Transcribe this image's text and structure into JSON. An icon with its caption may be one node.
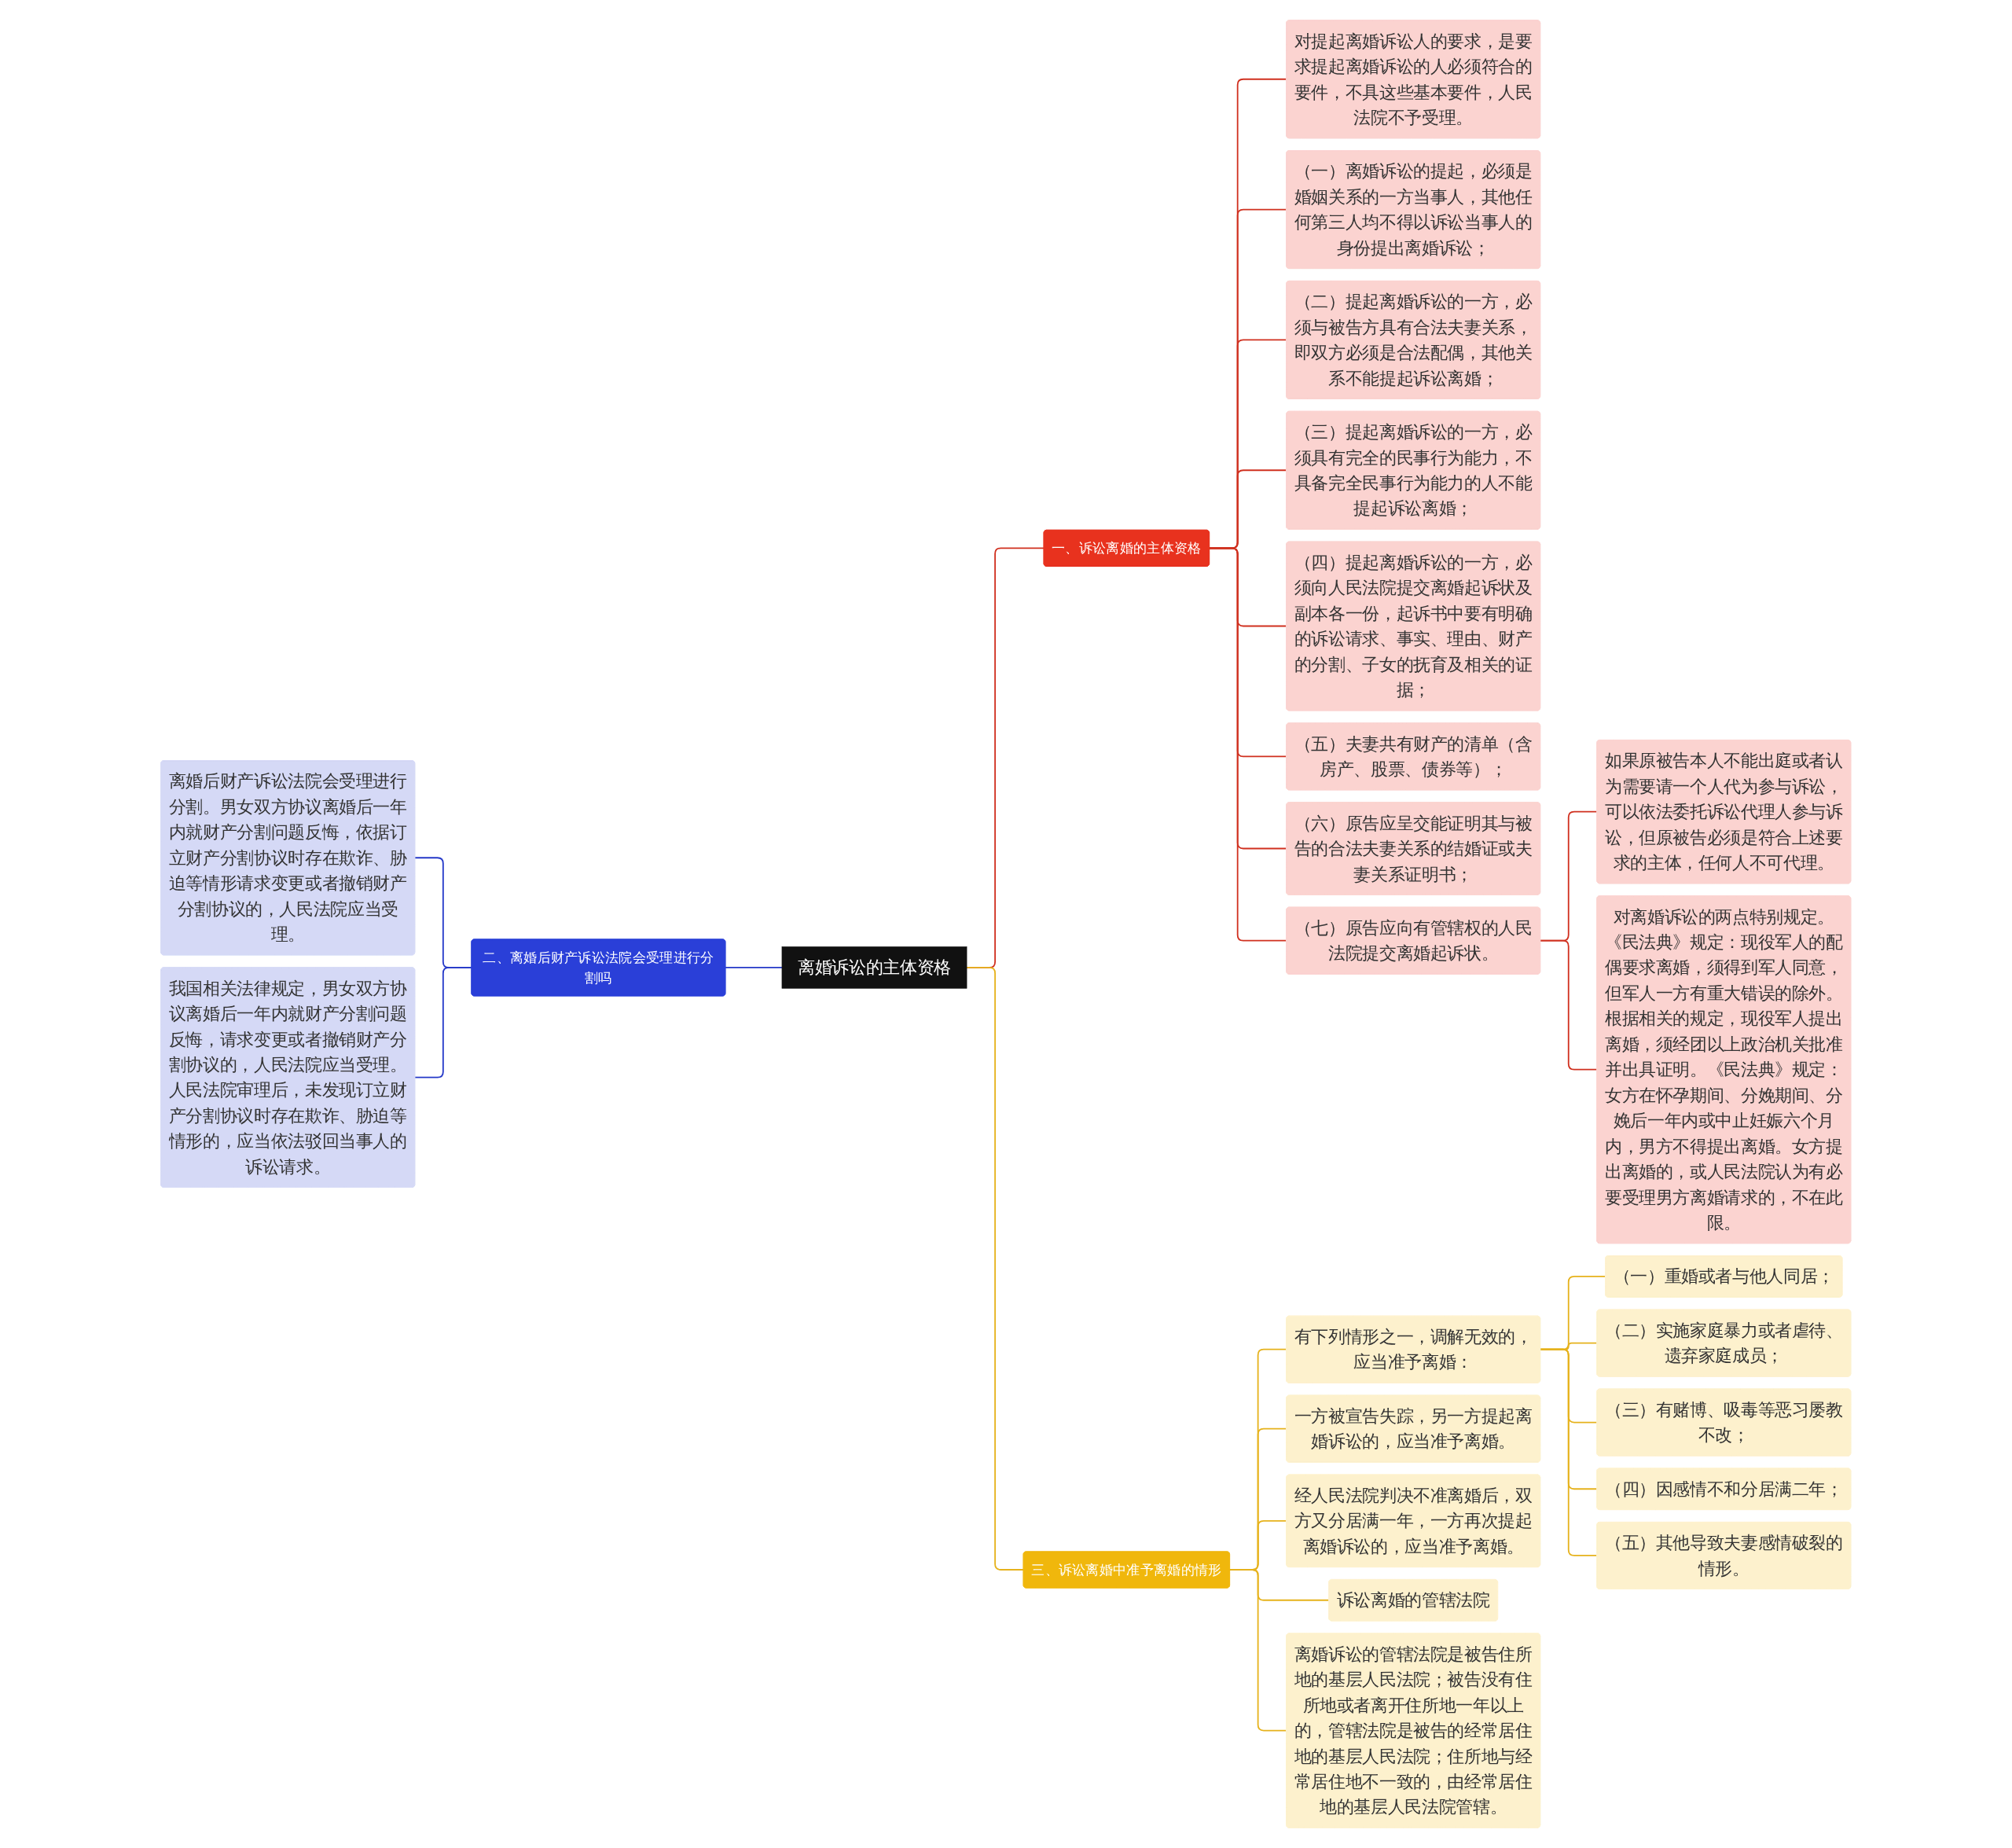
{
  "diagram": {
    "nodes": [
      {
        "text": [
          "离婚诉讼的主体资格"
        ]
      },
      {
        "text": [
          "一、诉讼离婚的主体资格"
        ]
      },
      {
        "text": [
          "对提起离婚诉讼人的要求，是要求提起离婚诉讼的人必须符合的要件，不具这些基本要件，人民法院不予受理。"
        ]
      },
      {
        "text": [
          "（一）离婚诉讼的提起，必须是婚姻关系的一方当事人，其他任何第三人均不得以诉讼当事人的身份提出离婚诉讼；"
        ]
      },
      {
        "text": [
          "（二）提起离婚诉讼的一方，必须与被告方具有合法夫妻关系，即双方必须是合法配偶，其他关系不能提起诉讼离婚；"
        ]
      },
      {
        "text": [
          "（三）提起离婚诉讼的一方，必须具有完全的民事行为能力，不具备完全民事行为能力的人不能提起诉讼离婚；"
        ]
      },
      {
        "text": [
          "（四）提起离婚诉讼的一方，必须向人民法院提交离婚起诉状及副本各一份，起诉书中要有明确的诉讼请求、事实、理由、财产的分割、子女的抚育及相关的证据；"
        ]
      },
      {
        "text": [
          "（五）夫妻共有财产的清单（含房产、股票、债券等）；"
        ]
      },
      {
        "text": [
          "（六）原告应呈交能证明其与被告的合法夫妻关系的结婚证或夫妻关系证明书；"
        ]
      },
      {
        "text": [
          "（七）原告应向有管辖权的人民法院提交离婚起诉状。"
        ]
      },
      {
        "text": [
          "如果原被告本人不能出庭或者认为需要请一个人代为参与诉讼，可以依法委托诉讼代理人参与诉讼，但原被告必须是符合上述要求的主体，任何人不可代理。"
        ]
      },
      {
        "text": [
          "对离婚诉讼的两点特别规定。《民法典》规定：现役军人的配偶要求离婚，须得到军人同意，但军人一方有重大错误的除外。根据相关的规定，现役军人提出离婚，须经团以上政治机关批准并出具证明。《民法典》规定：女方在怀孕期间、分娩期间、分娩后一年内或中止妊娠六个月内，男方不得提出离婚。女方提出离婚的，或人民法院认为有必要受理男方离婚请求的，不在此限。"
        ]
      },
      {
        "text": [
          "二、离婚后财产诉讼法院会受理进行分割吗"
        ]
      },
      {
        "text": [
          "离婚后财产诉讼法院会受理进行分割。男女双方协议离婚后一年内就财产分割问题反悔，依据订立财产分割协议时存在欺诈、胁迫等情形请求变更或者撤销财产分割协议的，人民法院应当受理。"
        ]
      },
      {
        "text": [
          "我国相关法律规定，男女双方协议离婚后一年内就财产分割问题反悔，请求变更或者撤销财产分割协议的，人民法院应当受理。人民法院审理后，未发现订立财产分割协议时存在欺诈、胁迫等情形的，应当依法驳回当事人的诉讼请求。"
        ]
      },
      {
        "text": [
          "三、诉讼离婚中准予离婚的情形"
        ]
      },
      {
        "text": [
          "有下列情形之一，调解无效的，应当准予离婚："
        ]
      },
      {
        "text": [
          "（一）重婚或者与他人同居；"
        ]
      },
      {
        "text": [
          "（二）实施家庭暴力或者虐待、遗弃家庭成员；"
        ]
      },
      {
        "text": [
          "（三）有赌博、吸毒等恶习屡教不改；"
        ]
      },
      {
        "text": [
          "（四）因感情不和分居满二年；"
        ]
      },
      {
        "text": [
          "（五）其他导致夫妻感情破裂的情形。"
        ]
      },
      {
        "text": [
          "一方被宣告失踪，另一方提起离婚诉讼的，应当准予离婚。"
        ]
      },
      {
        "text": [
          "经人民法院判决不准离婚后，双方又分居满一年，一方再次提起离婚诉讼的，应当准予离婚。"
        ]
      },
      {
        "text": [
          "诉讼离婚的管辖法院"
        ]
      },
      {
        "text": [
          "离婚诉讼的管辖法院是被告住所地的基层人民法院；被告没有住所地或者离开住所地一年以上的，管辖法院是被告的经常居住地的基层人民法院；住所地与经常居住地不一致的，由经常居住地的基层人民法院管辖。"
        ]
      }
    ],
    "edges": [
      {
        "from": 0,
        "to": 1,
        "arrow": "none",
        "color": "#d0301f"
      },
      {
        "from": 1,
        "to": 2,
        "arrow": "none",
        "color": "#d0301f"
      },
      {
        "from": 1,
        "to": 3,
        "arrow": "none",
        "color": "#d0301f"
      },
      {
        "from": 1,
        "to": 4,
        "arrow": "none",
        "color": "#d0301f"
      },
      {
        "from": 1,
        "to": 5,
        "arrow": "none",
        "color": "#d0301f"
      },
      {
        "from": 1,
        "to": 6,
        "arrow": "none",
        "color": "#d0301f"
      },
      {
        "from": 1,
        "to": 7,
        "arrow": "none",
        "color": "#d0301f"
      },
      {
        "from": 1,
        "to": 8,
        "arrow": "none",
        "color": "#d0301f"
      },
      {
        "from": 1,
        "to": 9,
        "arrow": "none",
        "color": "#d0301f"
      },
      {
        "from": 9,
        "to": 10,
        "arrow": "none",
        "color": "#d0301f"
      },
      {
        "from": 9,
        "to": 11,
        "arrow": "none",
        "color": "#d0301f"
      },
      {
        "from": 12,
        "to": 0,
        "arrow": "none",
        "color": "#2438c8"
      },
      {
        "from": 13,
        "to": 12,
        "arrow": "none",
        "color": "#2438c8"
      },
      {
        "from": 14,
        "to": 12,
        "arrow": "none",
        "color": "#2438c8"
      },
      {
        "from": 0,
        "to": 15,
        "arrow": "none",
        "color": "#e6b21c"
      },
      {
        "from": 15,
        "to": 16,
        "arrow": "none",
        "color": "#e6b21c"
      },
      {
        "from": 16,
        "to": 17,
        "arrow": "none",
        "color": "#e6b21c"
      },
      {
        "from": 16,
        "to": 18,
        "arrow": "none",
        "color": "#e6b21c"
      },
      {
        "from": 16,
        "to": 19,
        "arrow": "none",
        "color": "#e6b21c"
      },
      {
        "from": 16,
        "to": 20,
        "arrow": "none",
        "color": "#e6b21c"
      },
      {
        "from": 16,
        "to": 21,
        "arrow": "none",
        "color": "#e6b21c"
      },
      {
        "from": 15,
        "to": 22,
        "arrow": "none",
        "color": "#e6b21c"
      },
      {
        "from": 15,
        "to": 23,
        "arrow": "none",
        "color": "#e6b21c"
      },
      {
        "from": 15,
        "to": 24,
        "arrow": "none",
        "color": "#e6b21c"
      },
      {
        "from": 15,
        "to": 25,
        "arrow": "none",
        "color": "#e6b21c"
      }
    ]
  }
}
